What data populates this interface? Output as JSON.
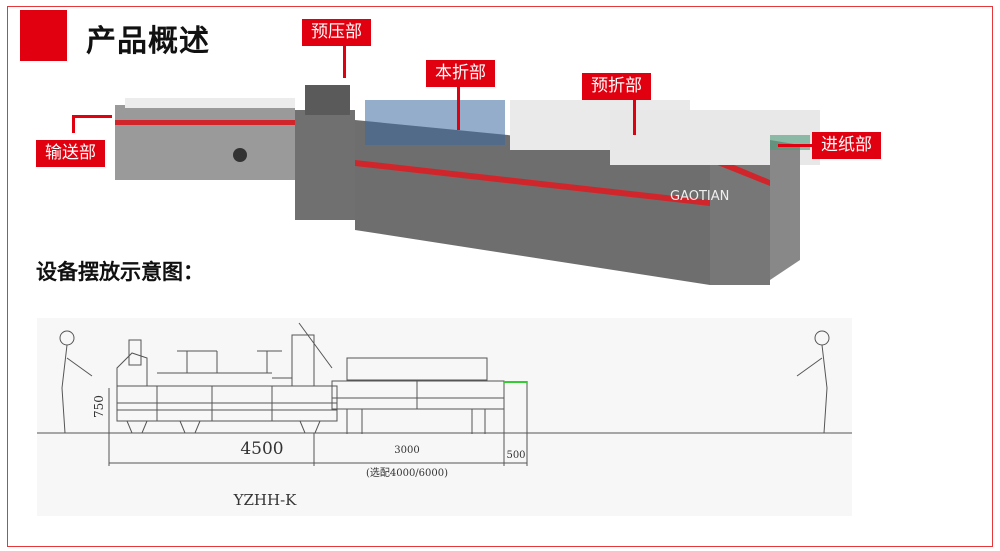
{
  "header": {
    "title": "产品概述"
  },
  "labels": {
    "prepress": "预压部",
    "main_fold": "本折部",
    "prefold": "预折部",
    "feeder": "进纸部",
    "conveyor": "输送部"
  },
  "machine": {
    "brand": "GAOTIAN"
  },
  "section": {
    "subtitle": "设备摆放示意图："
  },
  "diagram": {
    "height_dim": "750",
    "dim_main": "4500",
    "dim_conveyor": "3000",
    "dim_conveyor_option": "(选配4000/6000)",
    "dim_end": "500",
    "model": "YZHH-K"
  },
  "colors": {
    "accent": "#e1000f",
    "machine_gray": "#6b6b6b",
    "stripe": "#d0262b"
  }
}
